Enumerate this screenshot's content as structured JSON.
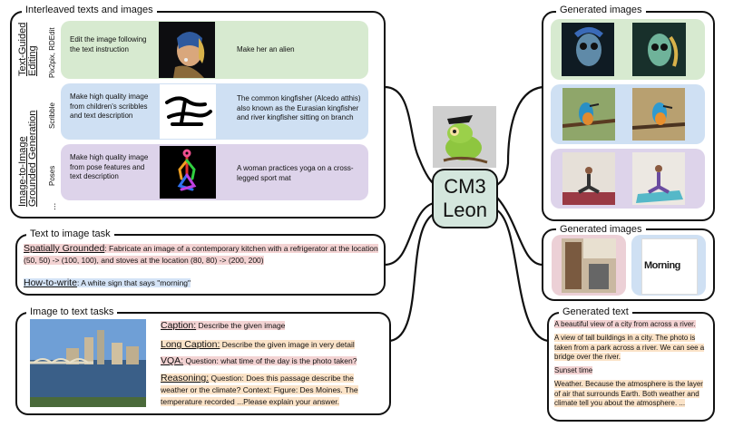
{
  "center": {
    "line1": "CM3",
    "line2": "Leon"
  },
  "interleaved": {
    "title": "Interleaved texts and images",
    "group1_label": "Text-Guided Editing",
    "group1_sub": "Pix2pix, RDEdit",
    "group2_label": "Image-to-Image Grounded Generation",
    "sub_scribble": "Scribble",
    "sub_poses": "Poses",
    "ellipsis": "...",
    "rows": [
      {
        "instruction": "Edit the image following the text instruction",
        "prompt": "Make her an alien"
      },
      {
        "instruction": "Make high quality image from children's scribbles and text description",
        "prompt": "The common kingfisher (Alcedo atthis) also known as the Eurasian kingfisher and river kingfisher sitting on branch"
      },
      {
        "instruction": "Make high quality image from pose features and text description",
        "prompt": "A woman practices yoga on a cross-legged sport mat"
      }
    ]
  },
  "generated_images_top": {
    "title": "Generated images"
  },
  "generated_images_mid": {
    "title": "Generated images",
    "sign_text": "Morning"
  },
  "text_to_image": {
    "title": "Text to image task",
    "spatial_key": "Spatially Grounded",
    "spatial_text": ": Fabricate an image of a contemporary kitchen with a refrigerator at the location (50, 50) -> (100, 100), and stoves at the location (80, 80) -> (200, 200)",
    "howto_key": "How-to-write",
    "howto_text": ": A white sign that says \"morning\""
  },
  "image_to_text": {
    "title": "Image to text tasks",
    "caption_key": "Caption:",
    "caption_text": "Describe the given image",
    "long_key": "Long Caption:",
    "long_text": "Describe the given image in very detail",
    "vqa_key": "VQA:",
    "vqa_text": "Question: what time of the day is the photo taken?",
    "reason_key": "Reasoning:",
    "reason_text": "Question: Does this passage describe the weather or the climate? Context: Figure: Des Moines. The temperature recorded ...Please explain your answer."
  },
  "generated_text": {
    "title": "Generated text",
    "t1": "A beautiful view of a city from across a river.",
    "t2": "A view of tall buildings in a city. The photo is taken from a park across a river. We can see a bridge over the river.",
    "t3": "Sunset time",
    "t4": "Weather. Because the atmosphere is the layer of air that surrounds Earth. Both weather and climate tell you about the atmosphere. ..."
  },
  "colors": {
    "green": "#d7ead0",
    "blue": "#cfe0f3",
    "purple": "#ddd3ea",
    "pink": "#ecd0d6",
    "center_fill": "#d4e6dd",
    "hl_pink": "#f3d3d3",
    "hl_orange": "#fbe3c8",
    "hl_blue": "#d4e3f6"
  }
}
